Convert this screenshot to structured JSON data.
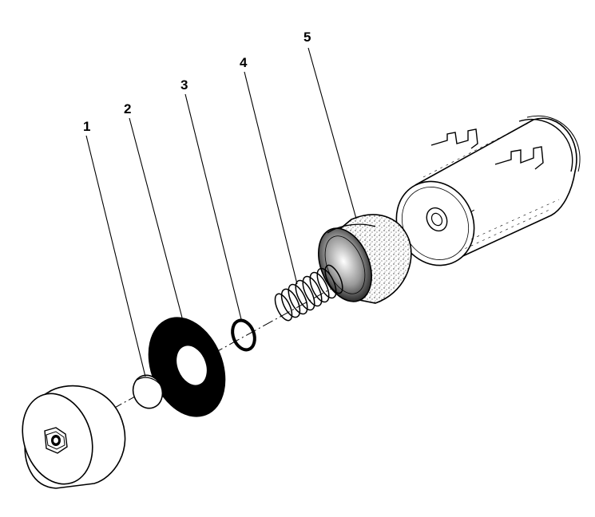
{
  "figure": {
    "callouts": [
      {
        "label": "1",
        "part": "small-disk"
      },
      {
        "label": "2",
        "part": "gasket-ring"
      },
      {
        "label": "3",
        "part": "o-ring"
      },
      {
        "label": "4",
        "part": "spring"
      },
      {
        "label": "5",
        "part": "filter-element"
      }
    ]
  },
  "colors": {
    "ink": "#000000",
    "paper": "#ffffff"
  }
}
